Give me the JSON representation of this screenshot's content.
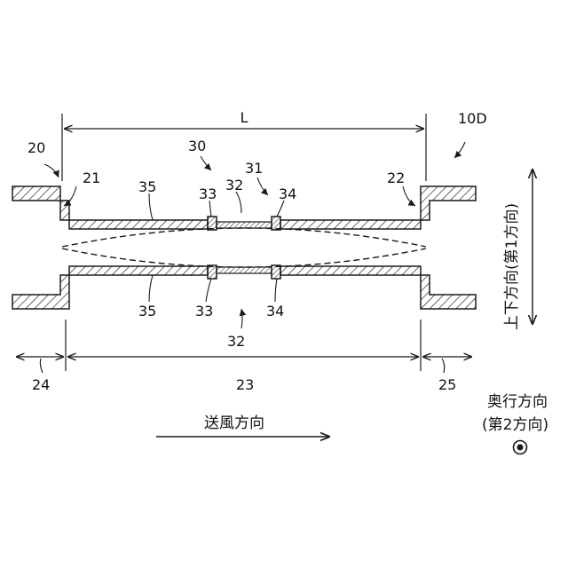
{
  "figure_id": "10D",
  "dimension": {
    "label": "L"
  },
  "labels": {
    "duct_assembly": "20",
    "step_left": "21",
    "step_right": "22",
    "unit": "30",
    "part_31": "31",
    "membrane_top": "32",
    "membrane_bottom": "32",
    "bracket_33_top": "33",
    "bracket_34_top": "34",
    "bracket_33_bottom": "33",
    "bracket_34_bottom": "34",
    "pipe_top": "35",
    "pipe_bottom": "35",
    "region_left": "24",
    "region_middle": "23",
    "region_right": "25"
  },
  "vertical_direction": {
    "label": "上下方向(第1方向)"
  },
  "depth_direction": {
    "line1": "奥行方向",
    "line2": "(第2方向)"
  },
  "airflow": {
    "label": "送風方向"
  },
  "icons": {
    "vertical_arrow": "double-headed-arrow-icon",
    "depth_symbol": "dot-in-circle-icon",
    "airflow_arrow": "right-arrow-icon"
  },
  "colors": {
    "line": "#1a1a1a",
    "background": "#ffffff"
  }
}
